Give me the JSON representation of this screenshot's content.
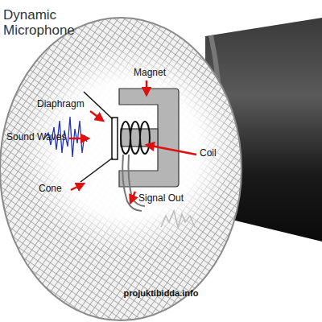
{
  "diagram": {
    "title": "Dynamic Microphone",
    "labels": [
      "Magnet",
      "Diaphragm",
      "Sound Waves",
      "Coil",
      "Cone",
      "Signal Out",
      "projuktibidda.info"
    ]
  }
}
